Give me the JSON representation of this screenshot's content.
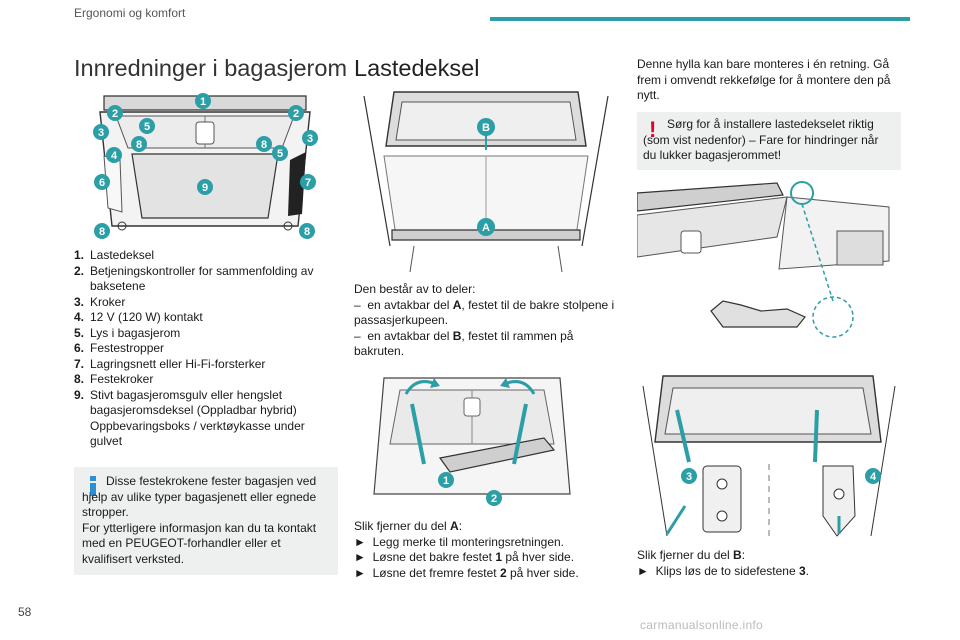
{
  "header": {
    "section": "Ergonomi og komfort"
  },
  "page_number": "58",
  "col1": {
    "title": "Innredninger i bagasjerom",
    "figure_labels": [
      "1",
      "2",
      "3",
      "4",
      "5",
      "6",
      "7",
      "8",
      "9"
    ],
    "items": [
      {
        "num": "1.",
        "text": "Lastedeksel"
      },
      {
        "num": "2.",
        "text": "Betjeningskontroller for sammenfolding av baksetene"
      },
      {
        "num": "3.",
        "text": "Kroker"
      },
      {
        "num": "4.",
        "text": "12 V (120 W) kontakt"
      },
      {
        "num": "5.",
        "text": "Lys i bagasjerom"
      },
      {
        "num": "6.",
        "text": "Festestropper"
      },
      {
        "num": "7.",
        "text": "Lagringsnett eller Hi-Fi-forsterker"
      },
      {
        "num": "8.",
        "text": "Festekroker"
      },
      {
        "num": "9.",
        "text": "Stivt bagasjeromsgulv eller hengslet bagasjeromsdeksel (Oppladbar hybrid) Oppbevaringsboks / verktøykasse under gulvet"
      }
    ],
    "info": {
      "p1": "Disse festekrokene fester bagasjen ved hjelp av ulike typer bagasjenett eller egnede stropper.",
      "p2": "For ytterligere informasjon kan du ta kontakt med en PEUGEOT-forhandler eller et kvalifisert verksted."
    }
  },
  "col2": {
    "title": "Lastedeksel",
    "fig1_labels": [
      "B",
      "A"
    ],
    "intro": "Den består av to deler:",
    "part_a": {
      "dash": "–",
      "pre": "en avtakbar del ",
      "bold": "A",
      "post": ", festet til de bakre stolpene i passasjerkupeen."
    },
    "part_b": {
      "dash": "–",
      "pre": "en avtakbar del ",
      "bold": "B",
      "post": ", festet til rammen på bakruten."
    },
    "fig2_labels": [
      "1",
      "2"
    ],
    "remove_a": {
      "pre": "Slik fjerner du del ",
      "bold": "A",
      "post": ":"
    },
    "steps": [
      {
        "pre": "Legg merke til monteringsretningen.",
        "bold": "",
        "post": ""
      },
      {
        "pre": "Løsne det bakre festet ",
        "bold": "1",
        "post": " på hver side."
      },
      {
        "pre": "Løsne det fremre festet ",
        "bold": "2",
        "post": " på hver side."
      }
    ],
    "step_marker": "►"
  },
  "col3": {
    "intro": "Denne hylla kan bare monteres i én retning. Gå frem i omvendt rekkefølge for å montere den på nytt.",
    "warning": "Sørg for å installere lastedekselet riktig (som vist nedenfor) – Fare for hindringer når du lukker bagasjerommet!",
    "warning_icon": "!",
    "fig4_labels": [
      "3",
      "4"
    ],
    "remove_b": {
      "pre": "Slik fjerner du del ",
      "bold": "B",
      "post": ":"
    },
    "step": {
      "marker": "►",
      "pre": "Klips løs de to sidefestene ",
      "bold": "3",
      "post": "."
    }
  },
  "watermark": "carmanualsonline.info",
  "colors": {
    "accent": "#2b9ea6",
    "warning": "#e4002b",
    "info": "#2b8fd6",
    "box": "#eef0f0"
  }
}
